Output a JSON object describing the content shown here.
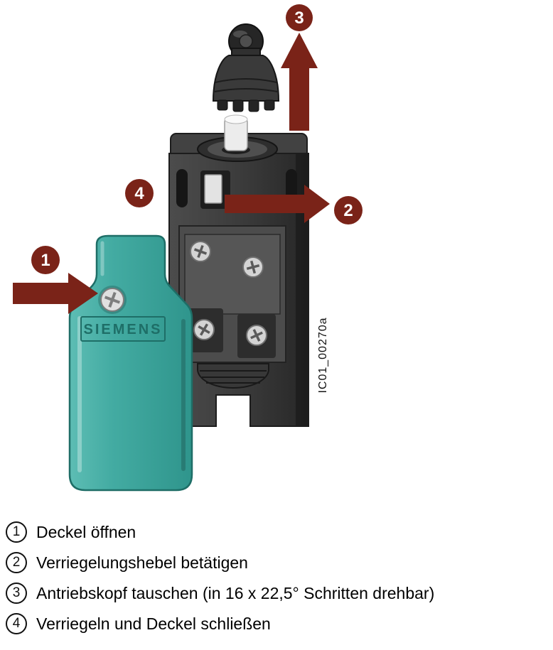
{
  "figure": {
    "brand": "SIEMENS",
    "code": "IC01_00270a"
  },
  "callouts": {
    "c1": "1",
    "c2": "2",
    "c3": "3",
    "c4": "4"
  },
  "legend": {
    "items": [
      {
        "num": "1",
        "text": "Deckel öffnen"
      },
      {
        "num": "2",
        "text": "Verriegelungshebel betätigen"
      },
      {
        "num": "3",
        "text": "Antriebskopf tauschen (in 16 x 22,5° Schritten drehbar)"
      },
      {
        "num": "4",
        "text": "Verriegeln und Deckel schließen"
      }
    ]
  },
  "colors": {
    "arrow": "#7a2318",
    "cover_teal": "#43aba2",
    "body_gray": "#3a3a3a"
  }
}
